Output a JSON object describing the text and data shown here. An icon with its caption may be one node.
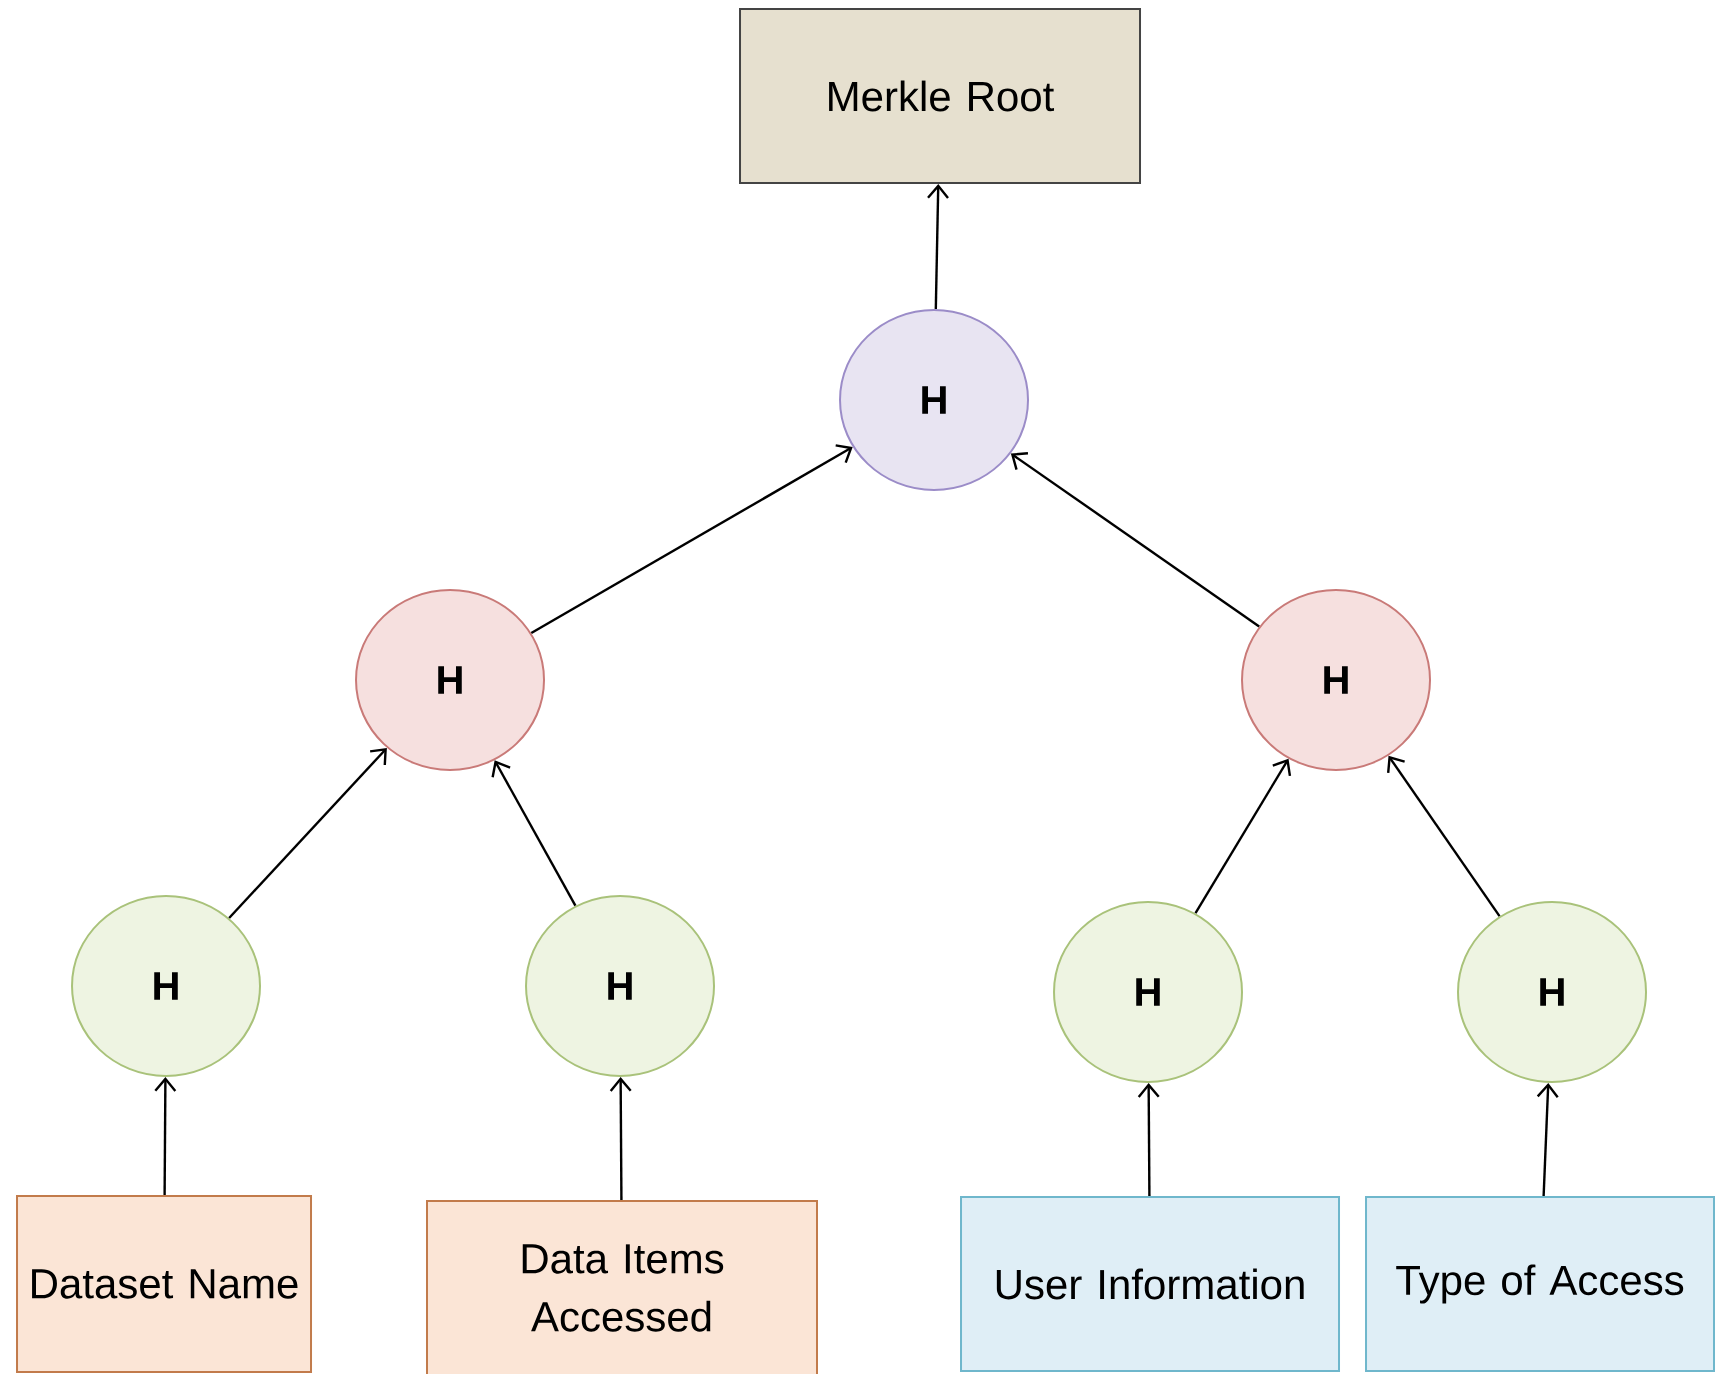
{
  "diagram": {
    "nodes": [
      {
        "text": [
          "Merkle Root"
        ]
      },
      {
        "text": [
          "H"
        ]
      },
      {
        "text": [
          "H"
        ]
      },
      {
        "text": [
          "H"
        ]
      },
      {
        "text": [
          "H"
        ]
      },
      {
        "text": [
          "H"
        ]
      },
      {
        "text": [
          "H"
        ]
      },
      {
        "text": [
          "H"
        ]
      },
      {
        "text": [
          "Dataset Name"
        ]
      },
      {
        "text": [
          "Data Items Accessed"
        ]
      },
      {
        "text": [
          "User Information"
        ]
      },
      {
        "text": [
          "Type of Access"
        ]
      }
    ],
    "edges": [
      {
        "from": 1,
        "to": 0,
        "arrow": "to"
      },
      {
        "from": 2,
        "to": 1,
        "arrow": "to"
      },
      {
        "from": 3,
        "to": 1,
        "arrow": "to"
      },
      {
        "from": 4,
        "to": 2,
        "arrow": "to"
      },
      {
        "from": 5,
        "to": 2,
        "arrow": "to"
      },
      {
        "from": 6,
        "to": 3,
        "arrow": "to"
      },
      {
        "from": 7,
        "to": 3,
        "arrow": "to"
      },
      {
        "from": 8,
        "to": 4,
        "arrow": "to"
      },
      {
        "from": 9,
        "to": 5,
        "arrow": "to"
      },
      {
        "from": 10,
        "to": 6,
        "arrow": "to"
      },
      {
        "from": 11,
        "to": 7,
        "arrow": "to"
      }
    ]
  }
}
